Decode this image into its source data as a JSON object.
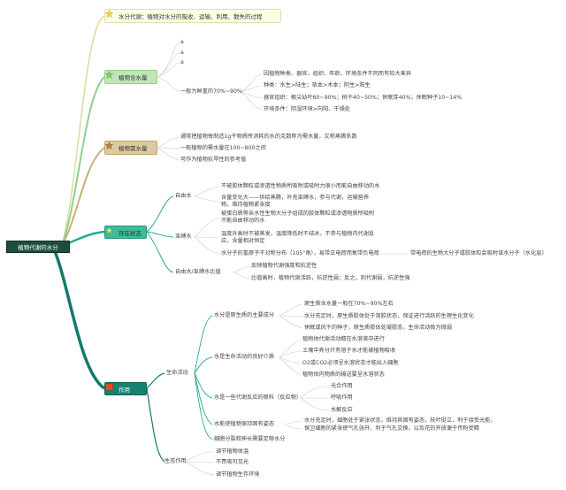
{
  "root": "植物代谢的水分",
  "colors": {
    "yellow_branch": "#d9e0a0",
    "green_branch": "#8fd08c",
    "brown_branch": "#c9b07a",
    "teal_branch": "#28a88f",
    "deep_teal_branch": "#127a6b"
  },
  "branches": {
    "b1": {
      "label": "水分代谢：植物对水分的吸收、运输、利用、散失的过程",
      "icon": "star-icon"
    },
    "b2": {
      "label": "植物含水量",
      "icon": "star-icon",
      "a1": "a",
      "a2": "a",
      "a3": "a",
      "range": "一般为鲜重的70%~90%",
      "details": [
        "因植物种类、器官、组织、年龄、环境条件不同而有较大差异",
        "种类：水生>陆生；草本>木本；阴生>阳生",
        "器官组织：根尖幼叶60~90%；树干40~50%；休眠芽40%；休眠种子10~14%",
        "环境条件：阴湿环境>向阳、干燥处"
      ]
    },
    "b3": {
      "label": "植物需水量",
      "icon": "star-icon",
      "items": [
        "通常把植物每制造1g干物质所消耗的水的克数称为需水量，又称蒸腾系数",
        "一般植物的需水量在100~800之间",
        "可作为植物抗旱性的参考值"
      ]
    },
    "b4": {
      "label": "存在状态",
      "icon": "star-icon",
      "free": {
        "label": "自由水",
        "items": [
          "不被胶体颗粒或渗透性物质所吸附或吸附力很小而能自由移动的水",
          "含量变化大——供给蒸腾，补充束缚水，参与代谢，运输营养物，维持植物紧张度"
        ]
      },
      "bound": {
        "label": "束缚水",
        "items": [
          "被蛋白质等亲水性生物大分子组成的胶体颗粒或渗透物质所吸附不能自由移动的水",
          "温度升高时不被蒸发，温度降低时不结冰，不参与植物内代谢反应，含量相对恒定",
          "水分子的氢原子不对称分布（105°角），易带正电荷而氧带负电荷"
        ],
        "extra": "带电荷的生物大分子或胶体粒会吸附该水分子（水化层）"
      },
      "ratio": {
        "label": "自由水/束缚水比值",
        "items": [
          "反映植物代谢强度和抗逆性",
          "比值高时，植物代谢活跃，抗逆性弱；反之，则代谢弱，抗逆性强"
        ]
      }
    },
    "b5": {
      "label": "作用",
      "icon": "flag-icon",
      "life": {
        "label": "生命活动",
        "main": {
          "label": "水分是原生质的主要成分",
          "items": [
            "原生质含水量一般在70%~90%左右",
            "水分充足时，原生质胶体处于溶胶状态，保证进行活跃的生理生化变化",
            "休眠或风干的种子，原生质胶体处凝胶态，生命活动极为微弱"
          ]
        },
        "medium": {
          "label": "水是生命活动的良好介质",
          "items": [
            "植物体代谢活动都在水溶液中进行",
            "土壤中养分只有溶于水才能被植物吸收",
            "O2或CO2必须呈水溶状态才能出入细胞",
            "植物体内物质的输送要呈水溶状态"
          ]
        },
        "reactant": {
          "label": "水是一些代谢反应的原料（反应物）",
          "items": [
            "光合作用",
            "呼吸作用",
            "水解反应"
          ]
        },
        "posture": {
          "label": "水能使植物保持固有姿态",
          "items": [
            "水分充足时，细胞处于紧张状态，维持其固有姿态，枝叶挺立，利于接受光能，",
            "保卫细胞的紧张使气孔张开，利于气孔交换，以及花的开放便于传粉受精"
          ]
        },
        "growth": "细胞分裂和伸长需要足够水分"
      },
      "eco": {
        "label": "生态作用",
        "items": [
          "调节植物体温",
          "不畏吸可见光",
          "调节植物生存环境"
        ]
      }
    }
  }
}
